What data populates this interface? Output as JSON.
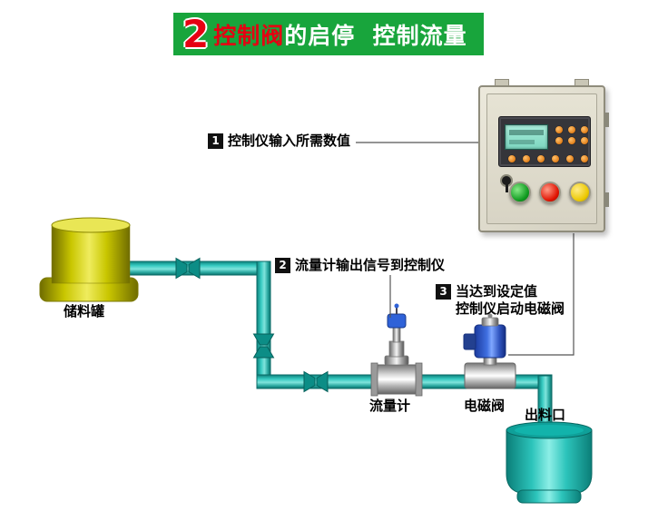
{
  "banner": {
    "number": "2",
    "title_highlight": "控制阀",
    "title_rest": "的启停  控制流量"
  },
  "steps": [
    {
      "num": "1",
      "text": "控制仪输入所需数值"
    },
    {
      "num": "2",
      "text": "流量计输出信号到控制仪"
    },
    {
      "num": "3",
      "text_line1": "当达到设定值",
      "text_line2": "控制仪启动电磁阀"
    }
  ],
  "equipment": {
    "storage_tank": "储料罐",
    "flow_meter": "流量计",
    "solenoid_valve": "电磁阀",
    "outlet": "出料口"
  },
  "colors": {
    "banner_green": "#18a53c",
    "banner_red": "#e50012",
    "pipe_teal": "#2ab7ae",
    "tank_yellow": "#c9c600",
    "container_teal": "#1db3aa",
    "coil_blue": "#3f6fe0",
    "button_green": "#0f9a1f",
    "button_red": "#e01200",
    "button_yellow": "#ecc800"
  }
}
